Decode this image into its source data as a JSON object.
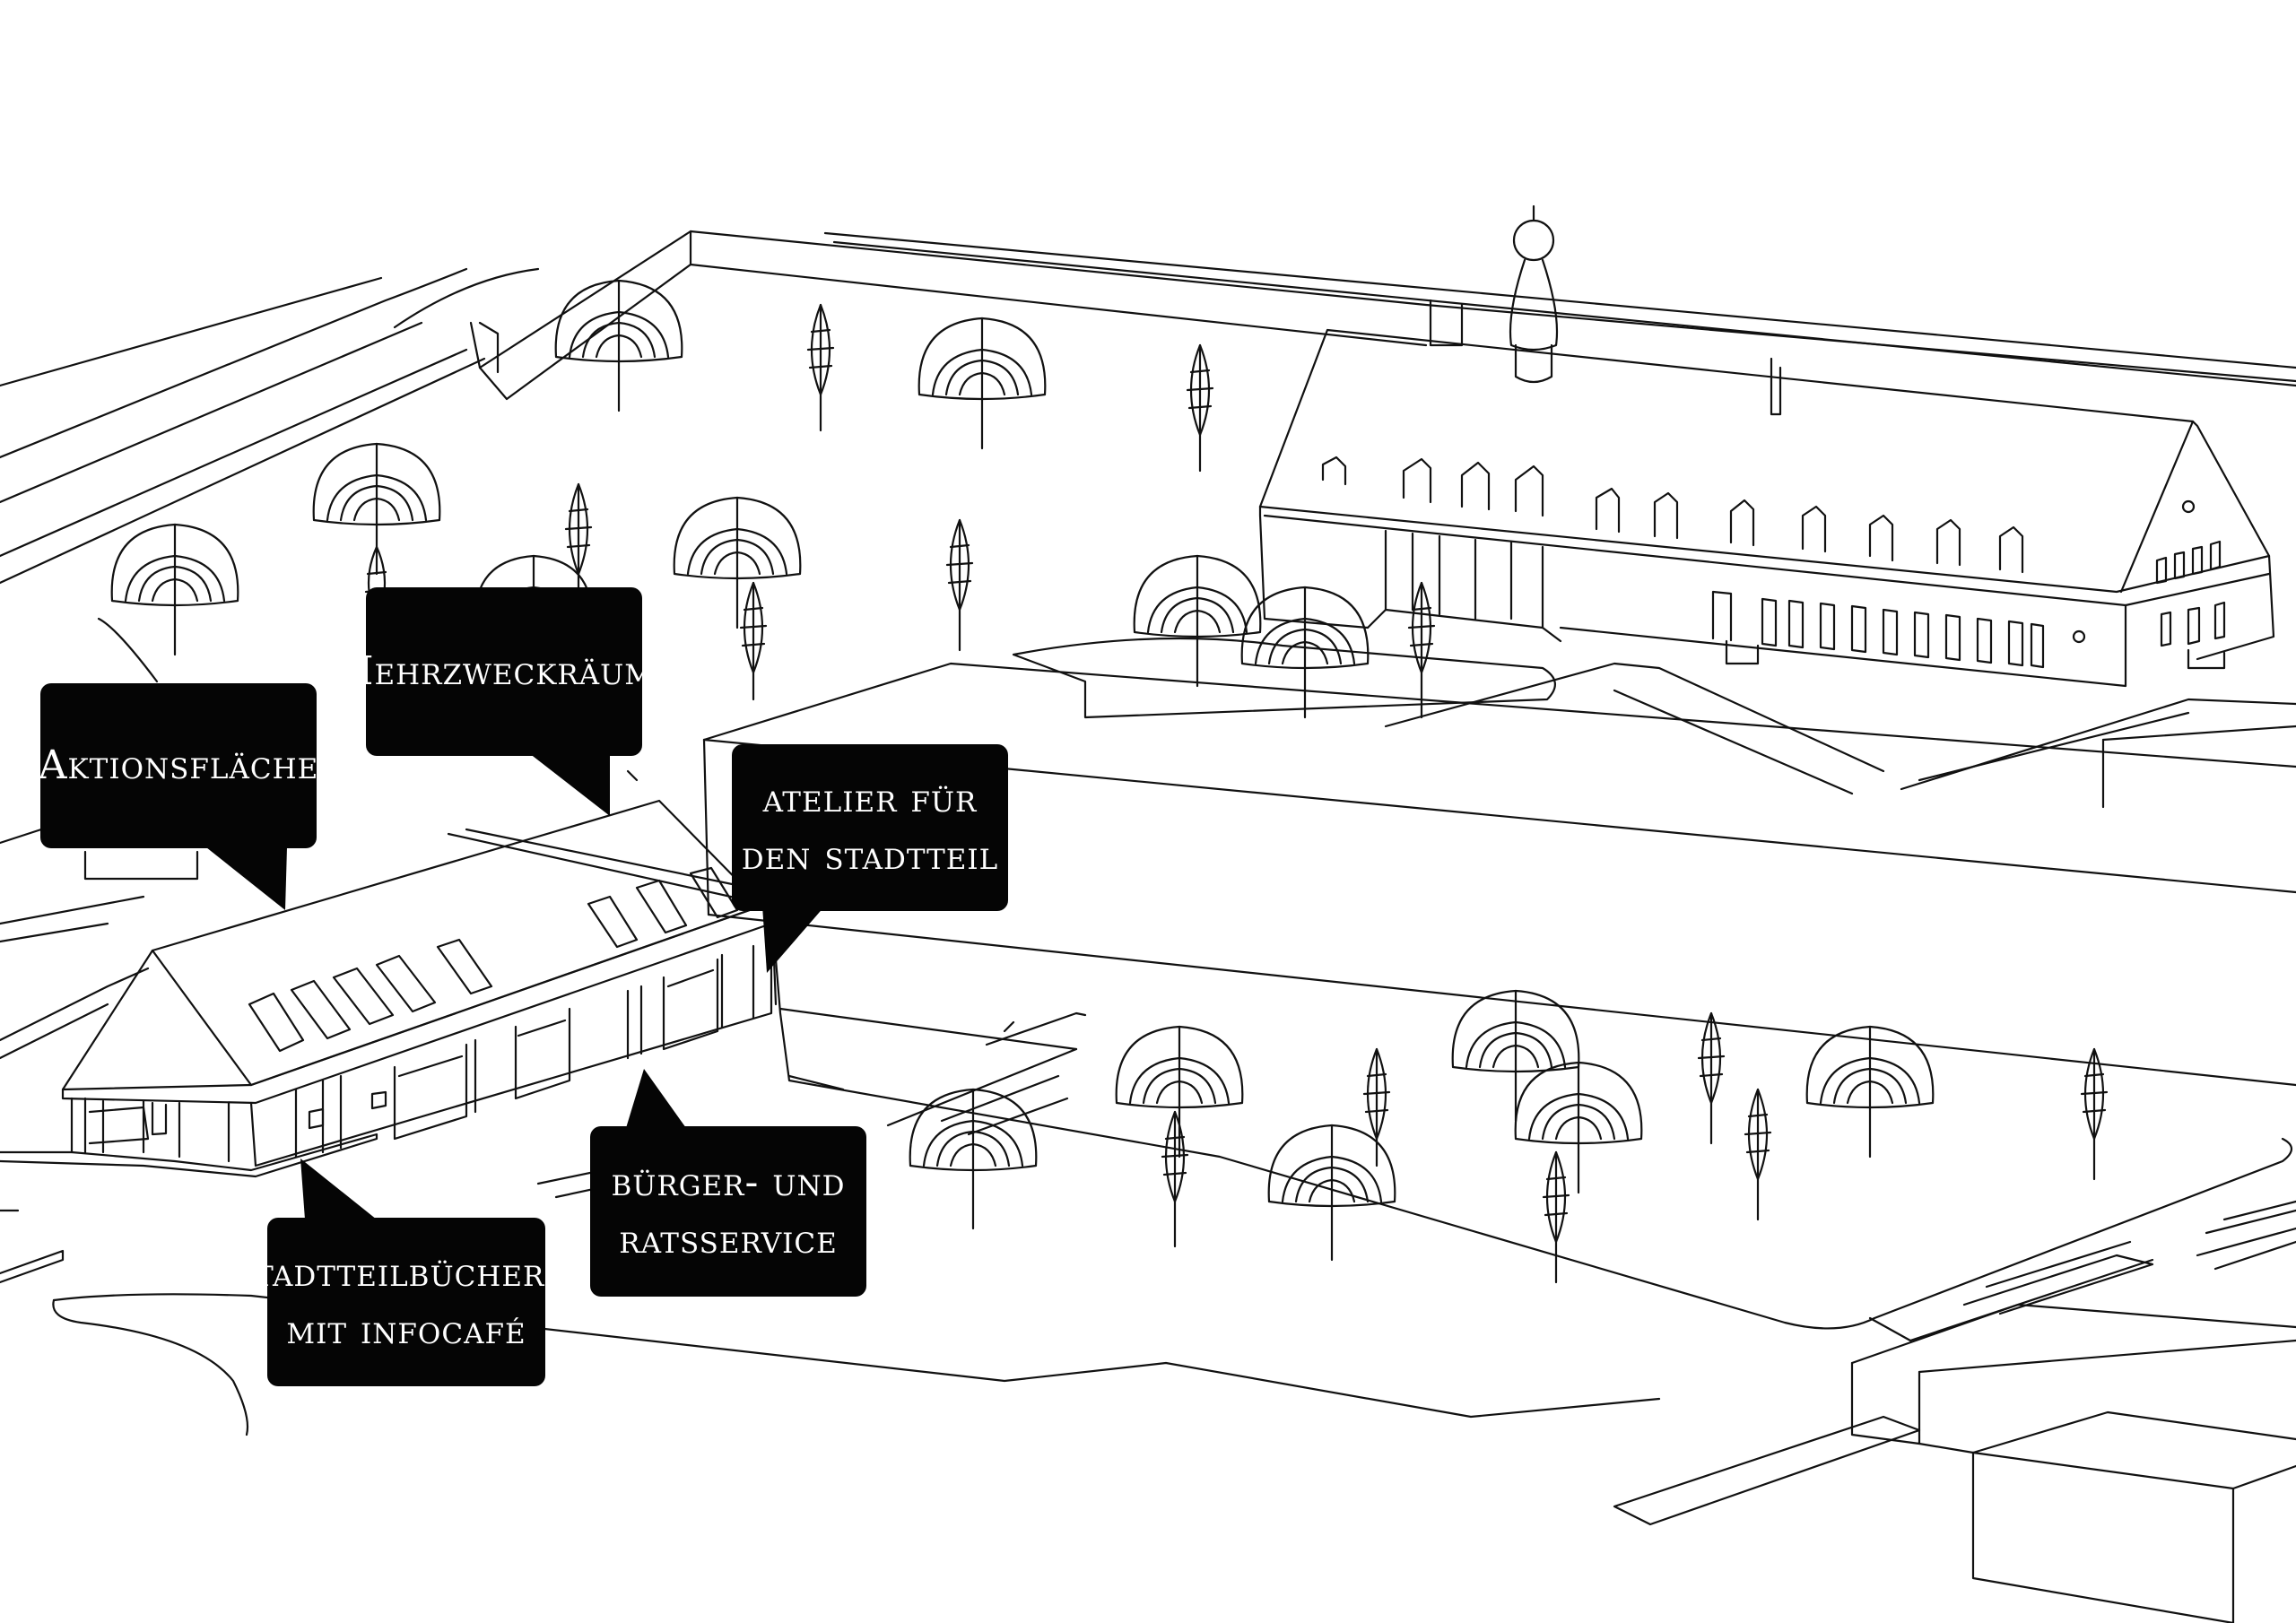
{
  "labels": {
    "aktionsflaeche": "Aktionsfläche",
    "mehrzweckraeume": "Mehrzweckräume",
    "atelier": "atelier für\nden stadtteil",
    "buergerservice": "bürger- und\nratsservice",
    "buecherei": "stadtteilbücherei\nmit infocafé"
  },
  "colors": {
    "line": "#111111",
    "callout_bg": "#050505",
    "callout_text": "#ffffff",
    "background": "#ffffff"
  }
}
